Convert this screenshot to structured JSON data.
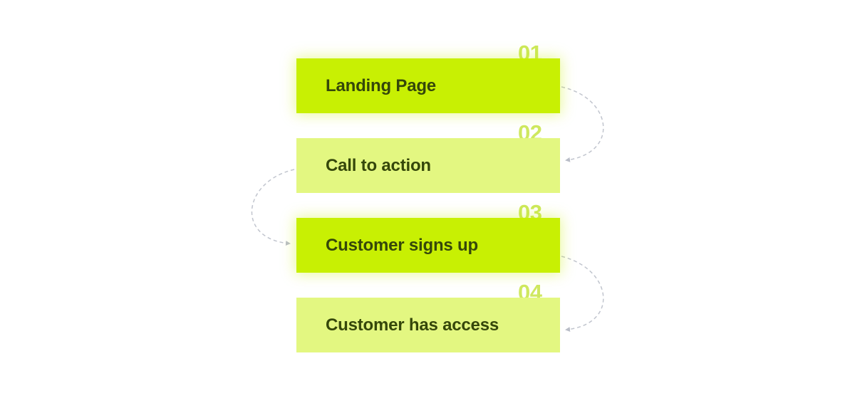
{
  "flow": {
    "steps": [
      {
        "number": "01",
        "label": "Landing Page",
        "style": "primary",
        "color": "#c8f003"
      },
      {
        "number": "02",
        "label": "Call to action",
        "style": "secondary",
        "color": "#e3f781"
      },
      {
        "number": "03",
        "label": "Customer signs up",
        "style": "primary",
        "color": "#c8f003"
      },
      {
        "number": "04",
        "label": "Customer has access",
        "style": "secondary",
        "color": "#e3f781"
      }
    ],
    "connector_style": "dashed-curved-arrow",
    "connector_color": "#b4b9c4"
  }
}
